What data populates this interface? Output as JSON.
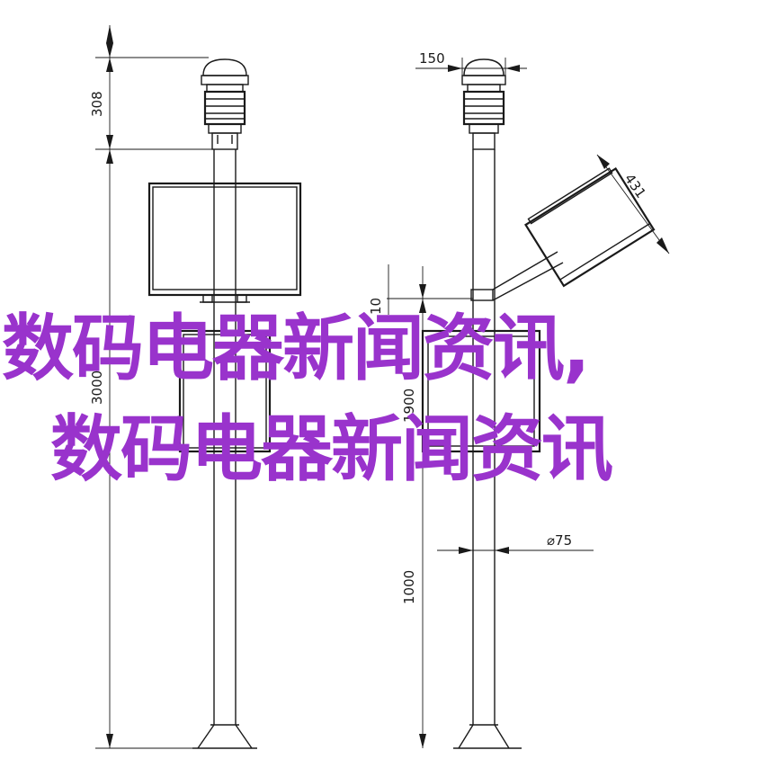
{
  "drawing": {
    "dimensions": {
      "left_total": "3000",
      "left_top": "308",
      "top_width": "150",
      "panel_side": "431",
      "bracket_small": "10",
      "mid_height": "1900",
      "pole_diameter": "⌀75",
      "bottom_height": "1000"
    }
  },
  "overlay": {
    "line1": "数码电器新闻资讯,",
    "line2": "数码电器新闻资讯"
  },
  "colors": {
    "line": "#1a1a1a",
    "overlay_text": "#9933cc",
    "background": "#ffffff"
  }
}
